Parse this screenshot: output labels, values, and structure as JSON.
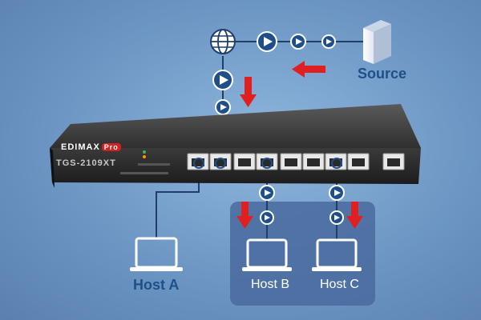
{
  "labels": {
    "source": "Source",
    "host_a": "Host A",
    "host_b": "Host B",
    "host_c": "Host C"
  },
  "device": {
    "brand": "EDIMAX",
    "brand_pro": "Pro",
    "model": "TGS-2109XT"
  },
  "colors": {
    "background": "#6d96c4",
    "line": "#1f3f6a",
    "node": "#1f4f8a",
    "arrow": "#e02020",
    "group_box": "#4a6a9e",
    "switch_body": "#2b2b2b",
    "label_dark": "#1f4f8a"
  },
  "icons": [
    "globe-icon",
    "server-icon",
    "laptop-icon",
    "play-icon",
    "down-arrow-icon",
    "left-arrow-icon"
  ]
}
